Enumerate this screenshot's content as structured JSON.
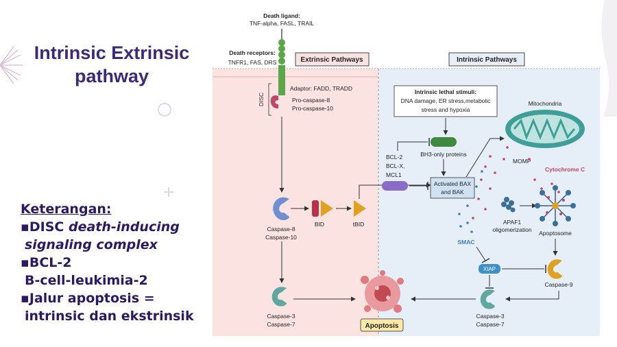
{
  "slide": {
    "title": "Intrinsic Extrinsic pathway",
    "notes": {
      "heading": "Keterangan:",
      "item1_bullet": "▪DISC ",
      "item1_arrow": "",
      "item1_term": "death-inducing",
      "item1_term2": "signaling complex",
      "item2_bullet": "▪BCL-2 ",
      "item2_arrow": "",
      "item2_term": "B-cell-leukimia-2",
      "item3_line1": "▪Jalur apoptosis =",
      "item3_line2": "intrinsic dan ekstrinsik"
    }
  },
  "figure": {
    "death_ligand_title": "Death ligand:",
    "death_ligand_list": "TNF-alpha, FASL, TRAIL",
    "death_receptors_title": "Death receptors:",
    "death_receptors_list": "TNFR1, FAS, DRS",
    "extrinsic_header": "Extrinsic Pathways",
    "intrinsic_header": "Intrinsic Pathways",
    "disc_label": "DISC",
    "adaptor_label": "Adaptor: FADD, TRADD",
    "procaspase8": "Pro-caspase-8",
    "procaspase10": "Pro-caspase-10",
    "stimuli_title": "Intrinsic lethal stimuli:",
    "stimuli_line1": "DNA damage, ER stress,metabolic",
    "stimuli_line2": "stress and  hypoxia",
    "mitochondria": "Mitochondria",
    "momp": "MOMP",
    "cytochrome_c": "Cytochrome C",
    "bh3_only": "BH3-only proteins",
    "bcl2": "BCL-2",
    "bclx": "BCL-X,",
    "mcl1": "MCL1",
    "activated_bax_1": "Activated BAX",
    "activated_bax_2": "and BAK",
    "caspase8": "Caspase-8",
    "caspase10": "Caspase-10",
    "bid": "BID",
    "tbid": "tBID",
    "apaf1_1": "APAF1",
    "apaf1_2": "oligomerization",
    "apoptosome": "Apoptosome",
    "smac": "SMAC",
    "xiap": "XIAP",
    "caspase9": "Caspase-9",
    "caspase3_left": "Caspase-3",
    "caspase7_left": "Caspase-7",
    "caspase3_right": "Caspase-3",
    "caspase7_right": "Caspase-7",
    "apoptosis": "Apoptosis"
  },
  "colors": {
    "title": "#3b2a78",
    "extrinsic_bg": "#fbe3e1",
    "intrinsic_bg": "#e6eef8",
    "receptor_green": "#5ca64a",
    "caspase8_blue": "#6f8fd1",
    "bid_red": "#b8324a",
    "bid_orange": "#e0a020",
    "caspase3_teal": "#5fa8a0",
    "mito_teal": "#3f9f98",
    "cytc_pink": "#c0456a",
    "smac_blue": "#3f7fc0",
    "apoptosis_pink": "#e07a80"
  }
}
